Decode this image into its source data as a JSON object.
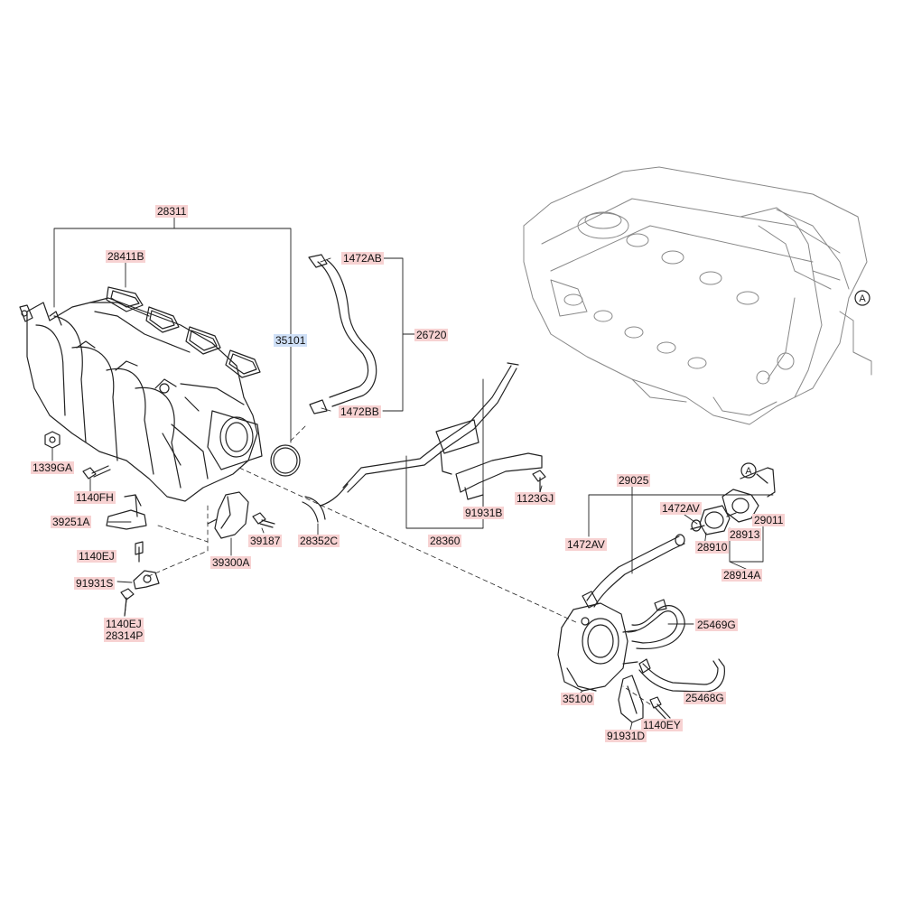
{
  "diagram": {
    "colors": {
      "line": "#222222",
      "label_bg": "#f7d2d2",
      "label_bg_selected": "#cfe0f7",
      "engine_line": "#888888"
    },
    "callout_a": "A",
    "parts": {
      "p28311": "28311",
      "p28411B": "28411B",
      "p35101": "35101",
      "p1472AB": "1472AB",
      "p26720": "26720",
      "p1472BB": "1472BB",
      "p1339GA": "1339GA",
      "p1140FH": "1140FH",
      "p39251A": "39251A",
      "p1140EJ_a": "1140EJ",
      "p91931S": "91931S",
      "p1140EJ_b": "1140EJ",
      "p28314P": "28314P",
      "p39300A": "39300A",
      "p39187": "39187",
      "p28352C": "28352C",
      "p28360": "28360",
      "p91931B": "91931B",
      "p1123GJ": "1123GJ",
      "p29025": "29025",
      "p1472AV_a": "1472AV",
      "p1472AV_b": "1472AV",
      "p29011": "29011",
      "p28913": "28913",
      "p28910": "28910",
      "p28914A": "28914A",
      "p25469G": "25469G",
      "p25468G": "25468G",
      "p35100": "35100",
      "p91931D": "91931D",
      "p1140EY": "1140EY"
    }
  }
}
